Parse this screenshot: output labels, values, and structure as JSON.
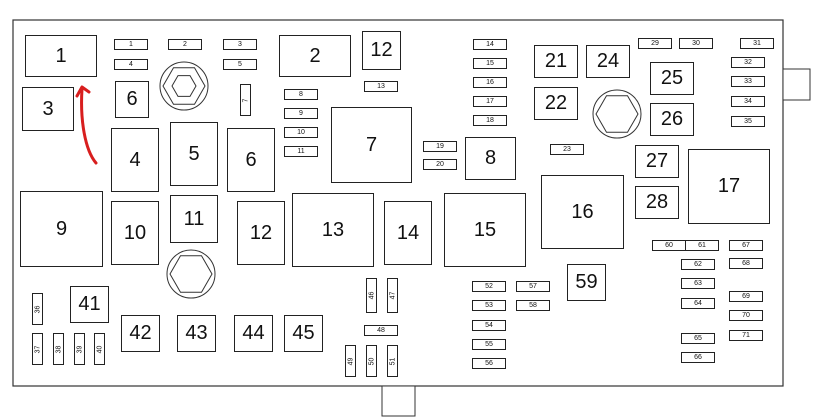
{
  "diagram": {
    "large_labels": {
      "r1": "1",
      "r2": "2",
      "r3": "3",
      "r4": "4",
      "r5": "5",
      "r6a": "6",
      "r6b": "6",
      "r7": "7",
      "r8": "8",
      "r9": "9",
      "r10": "10",
      "r11": "11",
      "r12a": "12",
      "r12b": "12",
      "r13": "13",
      "r14": "14",
      "r15": "15",
      "r16": "16",
      "r17": "17",
      "r21": "21",
      "r22": "22",
      "r24": "24",
      "r25": "25",
      "r26": "26",
      "r27": "27",
      "r28": "28",
      "r41": "41",
      "r42": "42",
      "r43": "43",
      "r44": "44",
      "r45": "45",
      "r59": "59"
    },
    "small_labels": {
      "f1": "1",
      "f2": "2",
      "f3": "3",
      "f4": "4",
      "f5": "5",
      "f7": "7",
      "f8": "8",
      "f9": "9",
      "f10": "10",
      "f11": "11",
      "f13": "13",
      "f14": "14",
      "f15": "15",
      "f16": "16",
      "f17": "17",
      "f18": "18",
      "f19": "19",
      "f20": "20",
      "f23": "23",
      "f29": "29",
      "f30": "30",
      "f31": "31",
      "f32": "32",
      "f33": "33",
      "f34": "34",
      "f35": "35",
      "f36": "36",
      "f37": "37",
      "f38": "38",
      "f39": "39",
      "f40": "40",
      "f46": "46",
      "f47": "47",
      "f48": "48",
      "f49": "49",
      "f50": "50",
      "f51": "51",
      "f52": "52",
      "f53": "53",
      "f54": "54",
      "f55": "55",
      "f56": "56",
      "f57": "57",
      "f58": "58",
      "f60": "60",
      "f61": "61",
      "f62": "62",
      "f63": "63",
      "f64": "64",
      "f65": "65",
      "f66": "66",
      "f67": "67",
      "f68": "68",
      "f69": "69",
      "f70": "70",
      "f71": "71"
    },
    "colors": {
      "outline": "#222222",
      "annotation_arrow": "#d81e1e"
    }
  }
}
